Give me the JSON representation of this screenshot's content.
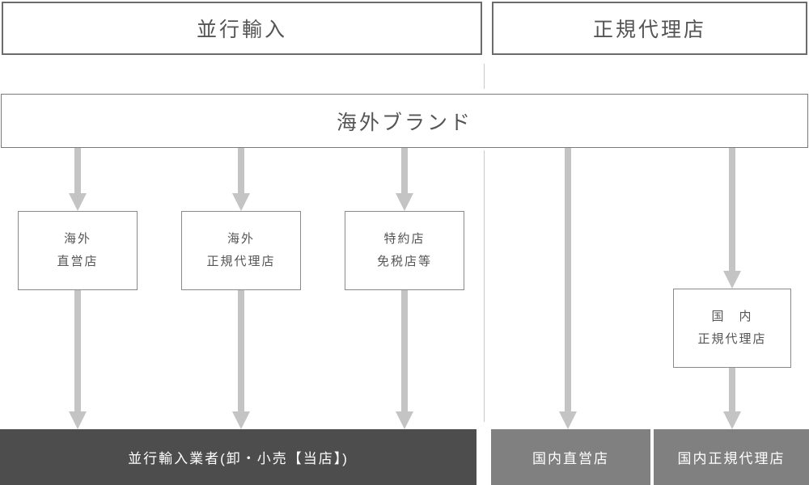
{
  "header": {
    "left_label": "並行輸入",
    "right_label": "正規代理店"
  },
  "brand": {
    "label": "海外ブランド"
  },
  "mid_boxes": [
    {
      "line1": "海外",
      "line2": "直営店"
    },
    {
      "line1": "海外",
      "line2": "正規代理店"
    },
    {
      "line1": "特約店",
      "line2": "免税店等"
    },
    {
      "line1": "国　内",
      "line2": "正規代理店"
    }
  ],
  "bottom_bars": [
    {
      "label": "並行輸入業者(卸・小売【当店】)"
    },
    {
      "label": "国内直営店"
    },
    {
      "label": "国内正規代理店"
    }
  ],
  "colors": {
    "box_border": "#8a8a8a",
    "header_border": "#6b6b6b",
    "arrow": "#c4c4c4",
    "dark_bar": "#4d4d4d",
    "gray_bar": "#808080",
    "text": "#555555",
    "divider": "#c9c9c9"
  }
}
